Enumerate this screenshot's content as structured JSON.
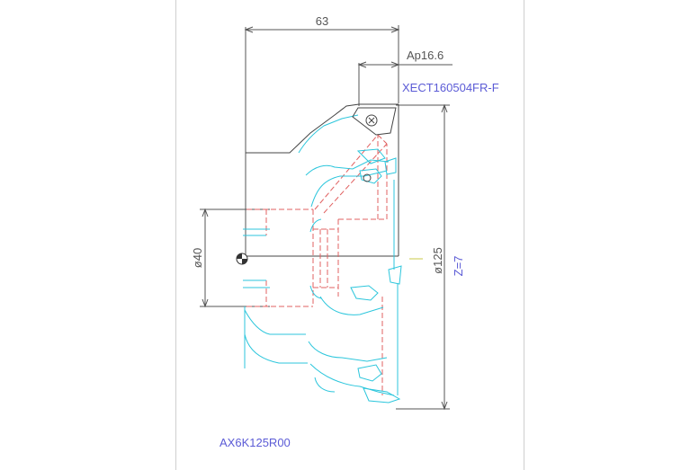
{
  "drawing": {
    "dim_length": "63",
    "dim_depth": "Ap16.6",
    "insert_code": "XECT160504FR-F",
    "dim_shank": "ø40",
    "dim_diameter": "ø125",
    "teeth": "Z=7",
    "model": "AX6K125R00"
  },
  "colors": {
    "paper": "#ffffff",
    "dimension": "#555555",
    "outline": "#444444",
    "hidden": "#e06060",
    "insert": "#2cc6dc",
    "label": "#5b5bd6"
  }
}
